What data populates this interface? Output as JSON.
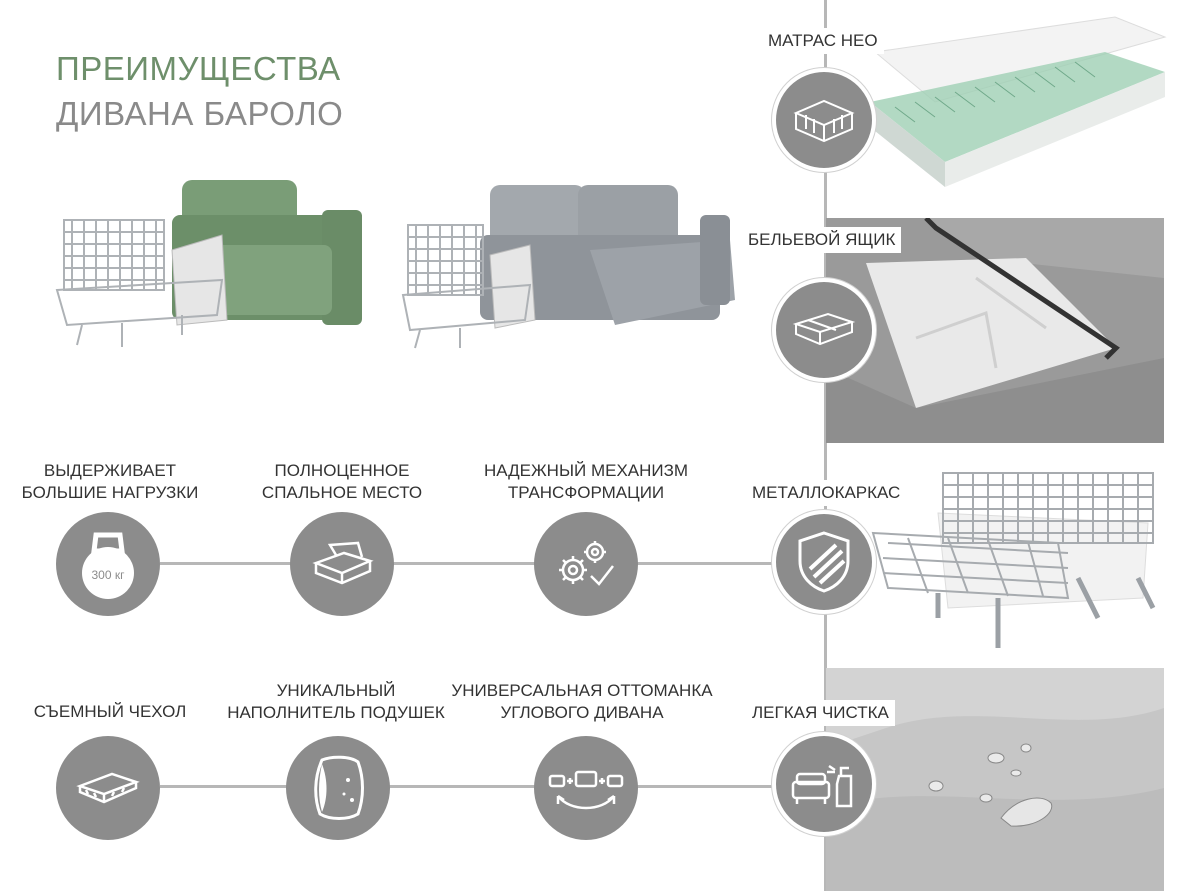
{
  "title": {
    "line1": "ПРЕИМУЩЕСТВА",
    "line2": "ДИВАНА БАРОЛО"
  },
  "side_features": [
    {
      "label": "МАТРАС НЕО",
      "icon": "mattress-springs-icon"
    },
    {
      "label": "БЕЛЬЕВОЙ ЯЩИК",
      "icon": "storage-box-icon"
    },
    {
      "label": "МЕТАЛЛОКАРКАС",
      "icon": "shield-icon"
    },
    {
      "label": "ЛЕГКАЯ ЧИСТКА",
      "icon": "cleaning-spray-icon"
    }
  ],
  "features_row1": [
    {
      "line1": "ВЫДЕРЖИВАЕТ",
      "line2": "БОЛЬШИЕ НАГРУЗКИ",
      "icon": "kettlebell-icon",
      "icon_text": "300 кг"
    },
    {
      "line1": "ПОЛНОЦЕННОЕ",
      "line2": "СПАЛЬНОЕ МЕСТО",
      "icon": "bed-icon"
    },
    {
      "line1": "НАДЕЖНЫЙ МЕХАНИЗМ",
      "line2": "ТРАНСФОРМАЦИИ",
      "icon": "gears-check-icon"
    }
  ],
  "features_row2": [
    {
      "line1": "СЪЕМНЫЙ ЧЕХОЛ",
      "line2": "",
      "icon": "cover-icon"
    },
    {
      "line1": "УНИКАЛЬНЫЙ",
      "line2": "НАПОЛНИТЕЛЬ ПОДУШЕК",
      "icon": "pillow-filler-icon"
    },
    {
      "line1": "УНИВЕРСАЛЬНАЯ ОТТОМАНКА",
      "line2": "УГЛОВОГО ДИВАНА",
      "icon": "ottoman-swap-icon"
    }
  ],
  "colors": {
    "title_green": "#6e8f6b",
    "title_gray": "#8a8a8a",
    "circle": "#8c8c8c",
    "line": "#b7b7b7",
    "sofa_green": "#7a9d77",
    "sofa_gray": "#9aa0a6"
  }
}
